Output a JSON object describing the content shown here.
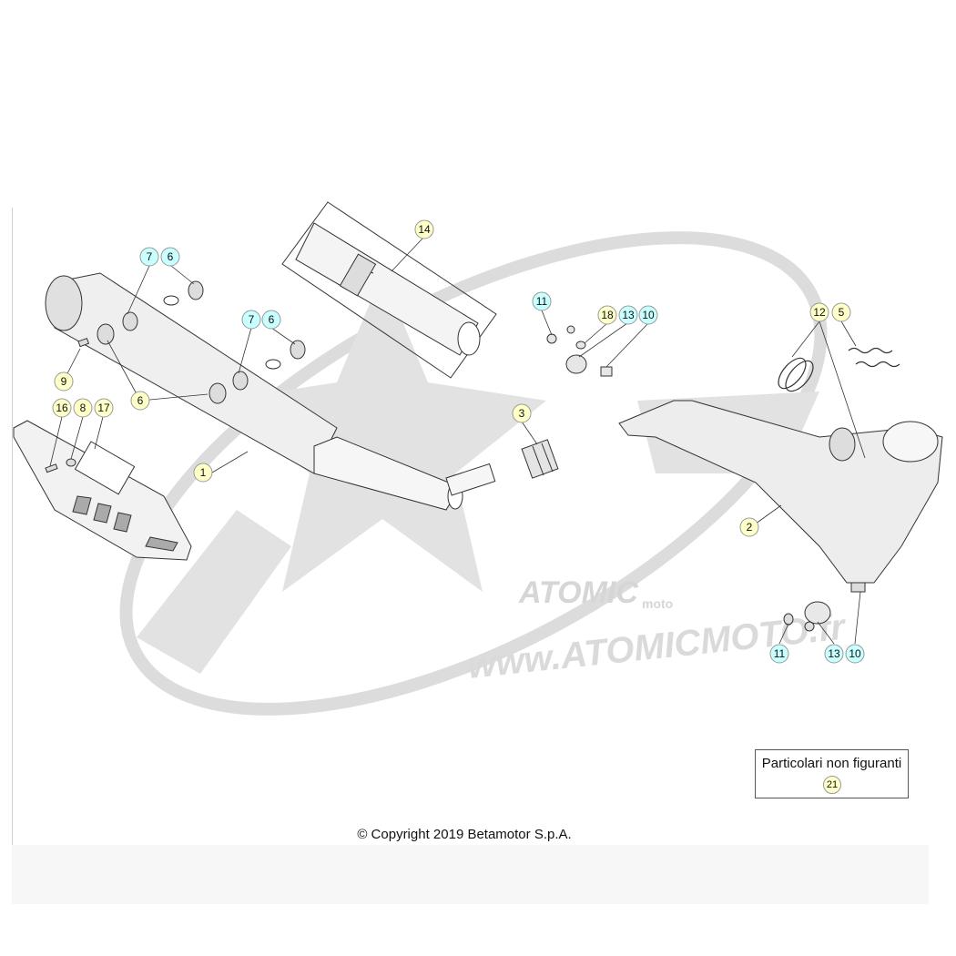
{
  "copyright": "© Copyright 2019 Betamotor S.p.A.",
  "not_shown": {
    "label": "Particolari non figuranti",
    "number": "21"
  },
  "watermark": {
    "url": "www.ATOMICMOTO.fr",
    "brand": "ATOMIC",
    "brand_sub": "moto"
  },
  "colors": {
    "yellow_callout": "#ffffc8",
    "cyan_callout": "#c8ffff",
    "line": "#333333",
    "watermark": "#d9d9d9"
  },
  "callouts": [
    {
      "id": "c1",
      "label": "1",
      "color": "yellow"
    },
    {
      "id": "c2",
      "label": "2",
      "color": "yellow"
    },
    {
      "id": "c3",
      "label": "3",
      "color": "yellow"
    },
    {
      "id": "c5",
      "label": "5",
      "color": "yellow"
    },
    {
      "id": "c6a",
      "label": "6",
      "color": "yellow"
    },
    {
      "id": "c6b",
      "label": "6",
      "color": "cyan"
    },
    {
      "id": "c6c",
      "label": "6",
      "color": "cyan"
    },
    {
      "id": "c7a",
      "label": "7",
      "color": "cyan"
    },
    {
      "id": "c7b",
      "label": "7",
      "color": "cyan"
    },
    {
      "id": "c8",
      "label": "8",
      "color": "yellow"
    },
    {
      "id": "c9",
      "label": "9",
      "color": "yellow"
    },
    {
      "id": "c10a",
      "label": "10",
      "color": "cyan"
    },
    {
      "id": "c10b",
      "label": "10",
      "color": "cyan"
    },
    {
      "id": "c11a",
      "label": "11",
      "color": "cyan"
    },
    {
      "id": "c11b",
      "label": "11",
      "color": "cyan"
    },
    {
      "id": "c12",
      "label": "12",
      "color": "yellow"
    },
    {
      "id": "c13a",
      "label": "13",
      "color": "cyan"
    },
    {
      "id": "c13b",
      "label": "13",
      "color": "cyan"
    },
    {
      "id": "c14",
      "label": "14",
      "color": "yellow"
    },
    {
      "id": "c16",
      "label": "16",
      "color": "yellow"
    },
    {
      "id": "c17",
      "label": "17",
      "color": "yellow"
    },
    {
      "id": "c18",
      "label": "18",
      "color": "yellow"
    }
  ]
}
